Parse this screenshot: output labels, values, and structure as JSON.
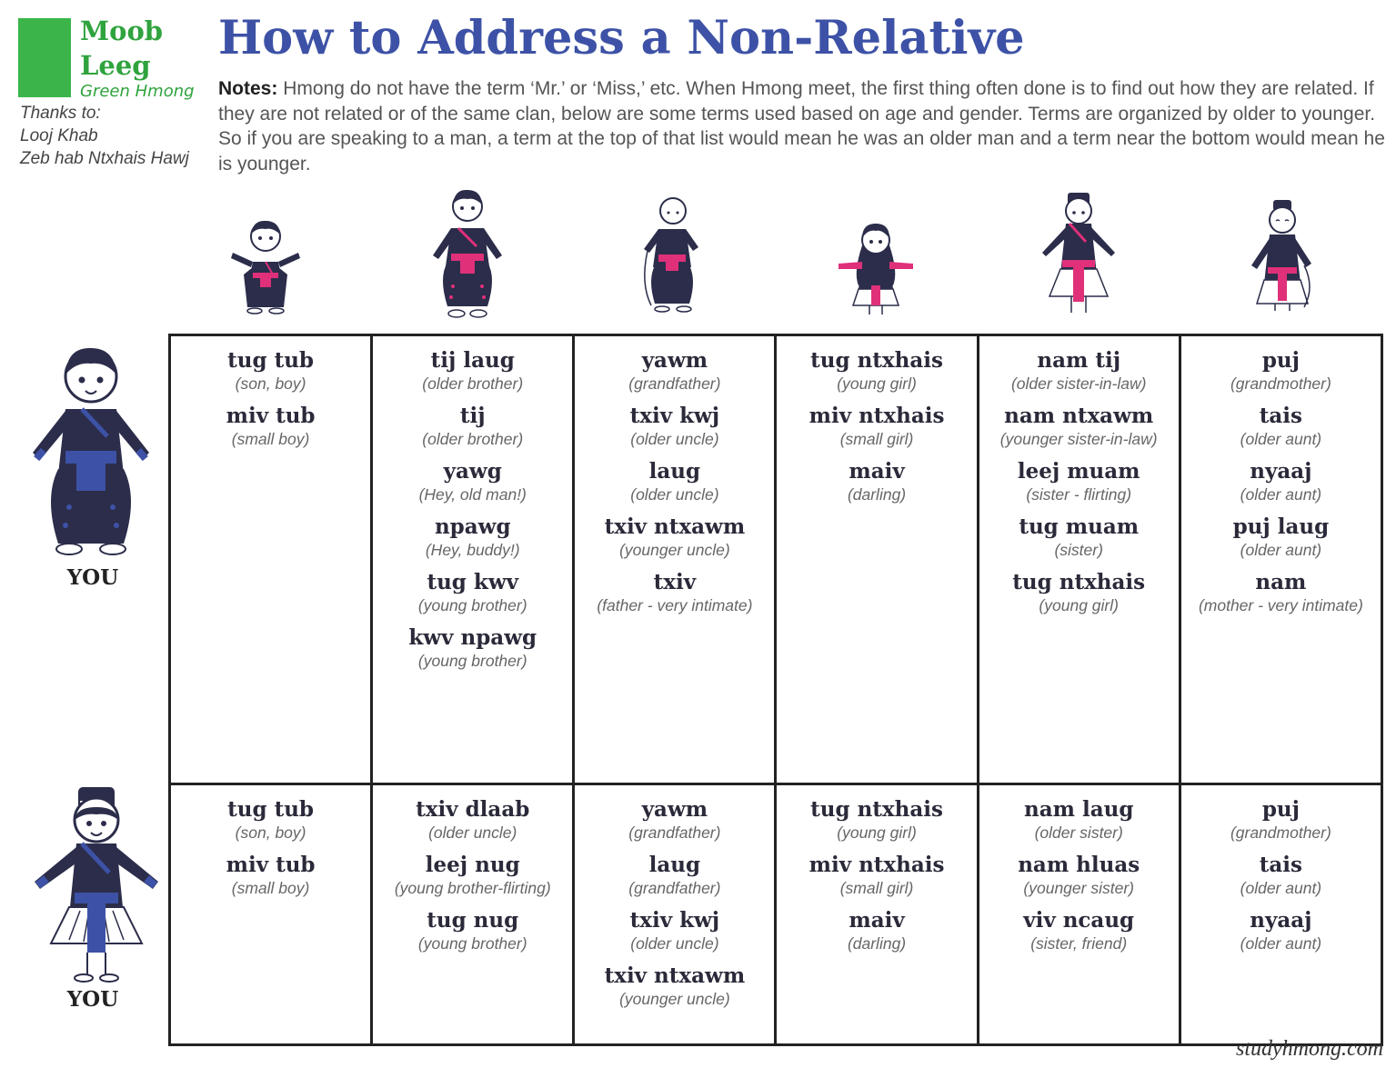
{
  "logo": {
    "line1": "Moob",
    "line2": "Leeg",
    "subtitle": "Green Hmong",
    "color": "#3bb54a"
  },
  "thanks": {
    "label": "Thanks to:",
    "names": [
      "Looj Khab",
      "Zeb hab Ntxhais Hawj"
    ]
  },
  "title": "How to Address a Non-Relative",
  "notes": {
    "label": "Notes:",
    "text": "Hmong do not have the term ‘Mr.’ or ‘Miss,’ etc. When Hmong meet, the first thing often done is to find out how they are related. If they are not related or of the same clan, below are some terms used based on age and gender. Terms are organized by older to younger. So if you are speaking to a man, a term at the top of that list would mean he was an older man and a term near the bottom would mean he is younger."
  },
  "you_label": "YOU",
  "colors": {
    "title": "#3d52a6",
    "accent_pink": "#e0307a",
    "accent_blue": "#3d52a6",
    "figure_dark": "#2b2d4a"
  },
  "column_icons": [
    "young-boy-icon",
    "man-icon",
    "old-man-icon",
    "young-girl-icon",
    "woman-icon",
    "old-woman-icon"
  ],
  "rows": [
    {
      "speaker": "man-speaker-icon",
      "cells": [
        [
          {
            "term": "tug tub",
            "gloss": "(son, boy)"
          },
          {
            "term": "miv tub",
            "gloss": "(small boy)"
          }
        ],
        [
          {
            "term": "tij laug",
            "gloss": "(older brother)"
          },
          {
            "term": "tij",
            "gloss": "(older brother)"
          },
          {
            "term": "yawg",
            "gloss": "(Hey, old man!)"
          },
          {
            "term": "npawg",
            "gloss": "(Hey, buddy!)"
          },
          {
            "term": "tug kwv",
            "gloss": "(young brother)"
          },
          {
            "term": "kwv npawg",
            "gloss": "(young brother)"
          }
        ],
        [
          {
            "term": "yawm",
            "gloss": "(grandfather)"
          },
          {
            "term": "txiv kwj",
            "gloss": "(older uncle)"
          },
          {
            "term": "laug",
            "gloss": "(older uncle)"
          },
          {
            "term": "txiv ntxawm",
            "gloss": "(younger uncle)"
          },
          {
            "term": "txiv",
            "gloss": "(father - very intimate)"
          }
        ],
        [
          {
            "term": "tug ntxhais",
            "gloss": "(young girl)"
          },
          {
            "term": "miv ntxhais",
            "gloss": "(small girl)"
          },
          {
            "term": "maiv",
            "gloss": "(darling)"
          }
        ],
        [
          {
            "term": "nam tij",
            "gloss": "(older sister-in-law)"
          },
          {
            "term": "nam ntxawm",
            "gloss": "(younger sister-in-law)"
          },
          {
            "term": "leej muam",
            "gloss": "(sister - flirting)"
          },
          {
            "term": "tug muam",
            "gloss": "(sister)"
          },
          {
            "term": "tug ntxhais",
            "gloss": "(young girl)"
          }
        ],
        [
          {
            "term": "puj",
            "gloss": "(grandmother)"
          },
          {
            "term": "tais",
            "gloss": "(older aunt)"
          },
          {
            "term": "nyaaj",
            "gloss": "(older aunt)"
          },
          {
            "term": "puj laug",
            "gloss": "(older aunt)"
          },
          {
            "term": "nam",
            "gloss": "(mother - very intimate)"
          }
        ]
      ]
    },
    {
      "speaker": "woman-speaker-icon",
      "cells": [
        [
          {
            "term": "tug tub",
            "gloss": "(son, boy)"
          },
          {
            "term": "miv tub",
            "gloss": "(small boy)"
          }
        ],
        [
          {
            "term": "txiv dlaab",
            "gloss": "(older uncle)"
          },
          {
            "term": "leej nug",
            "gloss": "(young brother-flirting)"
          },
          {
            "term": "tug nug",
            "gloss": "(young brother)"
          }
        ],
        [
          {
            "term": "yawm",
            "gloss": "(grandfather)"
          },
          {
            "term": "laug",
            "gloss": "(grandfather)"
          },
          {
            "term": "txiv kwj",
            "gloss": "(older uncle)"
          },
          {
            "term": "txiv ntxawm",
            "gloss": "(younger uncle)"
          }
        ],
        [
          {
            "term": "tug ntxhais",
            "gloss": "(young girl)"
          },
          {
            "term": "miv ntxhais",
            "gloss": "(small girl)"
          },
          {
            "term": "maiv",
            "gloss": "(darling)"
          }
        ],
        [
          {
            "term": "nam laug",
            "gloss": "(older sister)"
          },
          {
            "term": "nam hluas",
            "gloss": "(younger sister)"
          },
          {
            "term": "viv ncaug",
            "gloss": "(sister, friend)"
          }
        ],
        [
          {
            "term": "puj",
            "gloss": "(grandmother)"
          },
          {
            "term": "tais",
            "gloss": "(older aunt)"
          },
          {
            "term": "nyaaj",
            "gloss": "(older aunt)"
          }
        ]
      ]
    }
  ],
  "footer": "studyhmong.com"
}
